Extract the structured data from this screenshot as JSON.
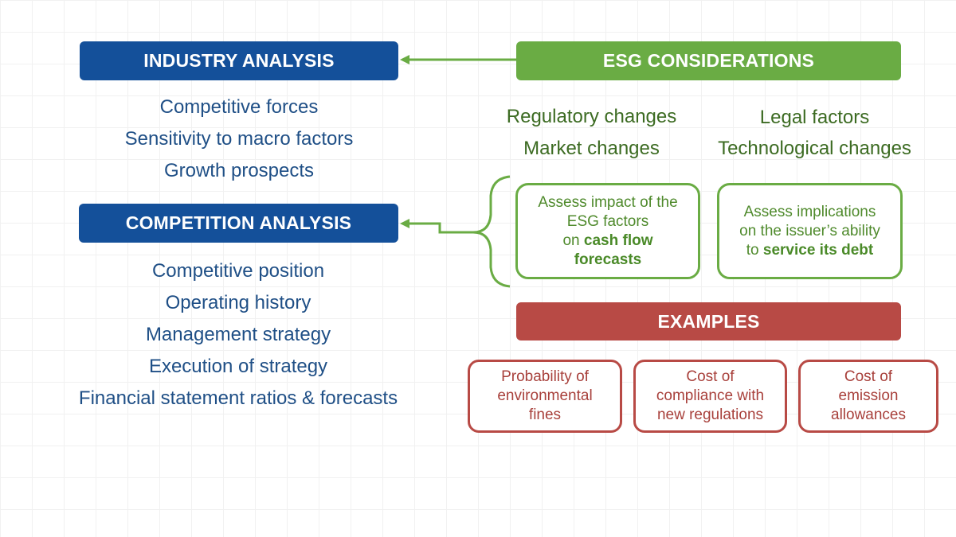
{
  "colors": {
    "blue_header": "#14509a",
    "blue_text": "#1f4f86",
    "green": "#6aac44",
    "green_text": "#3c6b22",
    "red": "#b84a45",
    "grid": "#f1f1f1"
  },
  "industry": {
    "title": "INDUSTRY ANALYSIS",
    "items": [
      "Competitive forces",
      "Sensitivity to macro factors",
      "Growth prospects"
    ]
  },
  "competition": {
    "title": "COMPETITION ANALYSIS",
    "items": [
      "Competitive position",
      "Operating history",
      "Management strategy",
      "Execution of strategy",
      "Financial statement ratios & forecasts"
    ]
  },
  "esg": {
    "title": "ESG CONSIDERATIONS",
    "factors": [
      "Regulatory changes",
      "Legal factors",
      "Market changes",
      "Technological changes"
    ],
    "box1": {
      "line1": "Assess impact of the",
      "line2": "ESG factors",
      "prefix": "on ",
      "bold1": "cash flow",
      "bold2": "forecasts"
    },
    "box2": {
      "line1": "Assess implications",
      "line2": "on the issuer’s ability",
      "prefix": "to ",
      "bold": "service its debt"
    }
  },
  "examples": {
    "title": "EXAMPLES",
    "items": [
      {
        "l1": "Probability of",
        "l2": "environmental",
        "l3": "fines"
      },
      {
        "l1": "Cost of",
        "l2": "compliance with",
        "l3": "new regulations"
      },
      {
        "l1": "Cost of",
        "l2": "emission",
        "l3": "allowances"
      }
    ]
  }
}
